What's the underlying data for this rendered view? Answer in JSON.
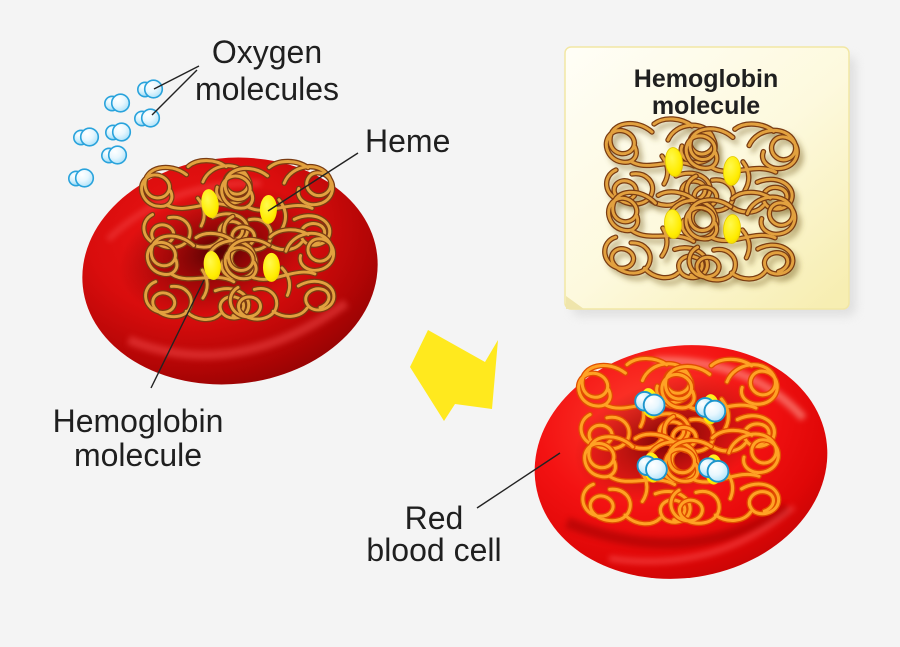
{
  "scene": {
    "background_color": "#f4f4f4",
    "labels": {
      "oxygen_line1": "Oxygen",
      "oxygen_line2": "molecules",
      "heme": "Heme",
      "hemoglobin_line1": "Hemoglobin",
      "hemoglobin_line2": "molecule",
      "red_blood_cell_line1": "Red",
      "red_blood_cell_line2": "blood cell"
    },
    "note_box": {
      "title_line1": "Hemoglobin",
      "title_line2": "molecule"
    },
    "colors": {
      "note_background": "#fdf8d8",
      "red_cell_left_edge": "#840202",
      "red_cell_left_face": "#ef1515",
      "red_cell_right_face": "#f31212",
      "heme_yellow": "#ffe90a",
      "strand_tan": "#e2a13f",
      "strand_tan_outline": "#7a3c12",
      "strand_orange": "#ffa224",
      "strand_orange_outline": "#e04e00",
      "oxygen_blue_fill": "#aee2f9",
      "oxygen_blue_outline": "#29a3dc",
      "arrow_yellow": "#ffe91e",
      "label_text": "#1f1f1f"
    },
    "counts": {
      "free_oxygen_molecules": 7,
      "hemoglobin_subunits": 4,
      "heme_groups": 4,
      "bound_oxygen_molecules": 4
    }
  }
}
